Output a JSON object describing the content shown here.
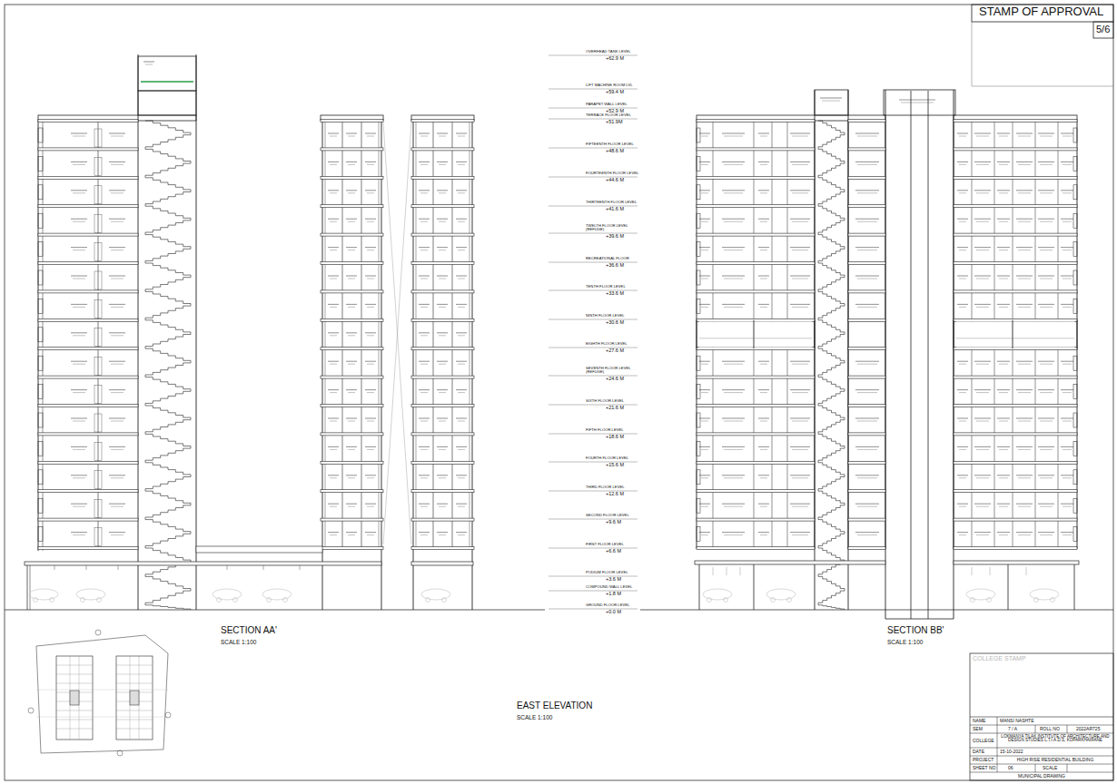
{
  "diagram": {
    "labels": [
      "STAMP OF APPROVAL",
      "5/6",
      "OVERHEAD TANK LEVEL",
      "+62.9 M",
      "LIFT MACHINE ROOM LVL",
      "+59.4 M",
      "PARAPET WALL LEVEL",
      "+52.9 M",
      "TERRACE FLOOR LEVEL",
      "+51.9M",
      "FIFTEENTH FLOOR LEVEL",
      "+48.6 M",
      "FOURTEENTH FLOOR LEVEL",
      "+44.6 M",
      "THIRTEENTH FLOOR LEVEL",
      "+41.6 M",
      "TWELTH FLOOR LEVEL (REFUGE)",
      "+39.6 M",
      "RECREATIONAL FLOOR",
      "+36.6 M",
      "TENTH FLOOR LEVEL",
      "+33.6 M",
      "NINTH FLOOR LEVEL",
      "+30.6 M",
      "EIGHTH FLOOR LEVEL",
      "+27.6 M",
      "SEVENTH FLOOR LEVEL (REFUGE)",
      "+24.6 M",
      "SIXTH FLOOR LEVEL",
      "+21.6 M",
      "FIFTH FLOOR LEVEL",
      "+18.6 M",
      "FOURTH FLOOR LEVEL",
      "+15.6 M",
      "THIRD FLOOR LEVEL",
      "+12.6 M",
      "SECOND FLOOR LEVEL",
      "+9.6 M",
      "FIRST FLOOR LEVEL",
      "+6.6 M",
      "PODIUM FLOOR LEVEL",
      "+3.6 M",
      "COMPOUND WALL LEVEL",
      "+1.8 M",
      "GROUND FLOOR LEVEL",
      "+0.0 M",
      "SECTION AA'",
      "SCALE 1:100",
      "SECTION BB'",
      "SCALE 1:100",
      "EAST ELEVATION",
      "SCALE 1:100",
      "COLLEGE STAMP",
      "NAME",
      "MANSI NASHTE",
      "SEM",
      "7 / A",
      "ROLL NO",
      "2022AR725",
      "COLLEGE",
      "LOKMANYA TILAK INSTITUTE OF ARCHITECTURE AND DESIGN STUDIES L.T.I.A.D.S, KOPARKHAIRANE",
      "DATE",
      "15-10-2022",
      "PROJECT",
      "HIGH RISE RESIDENTIAL BUILDING",
      "SHEET NO",
      "06",
      "SCALE",
      "MUNICIPAL DRAWING"
    ]
  }
}
